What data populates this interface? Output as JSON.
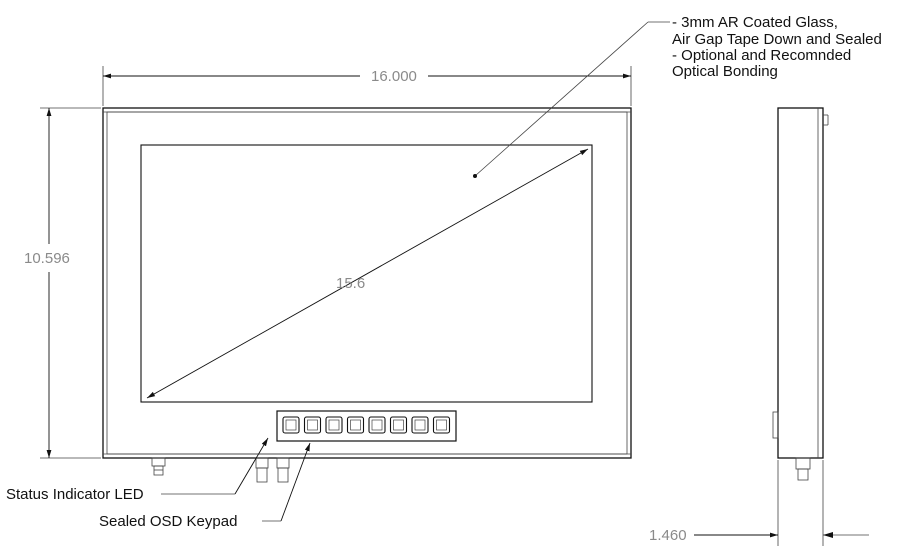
{
  "dimensions": {
    "width": "16.000",
    "height": "10.596",
    "diagonal": "15.6",
    "depth": "1.460"
  },
  "glass_note": {
    "line1": "- 3mm AR Coated Glass,",
    "line2": "Air Gap Tape Down and Sealed",
    "line3": "- Optional and Recomnded",
    "line4": "Optical Bonding"
  },
  "callouts": {
    "status_led": "Status Indicator LED",
    "osd_keypad": "Sealed OSD  Keypad"
  },
  "keypad": {
    "button_count": 8
  }
}
